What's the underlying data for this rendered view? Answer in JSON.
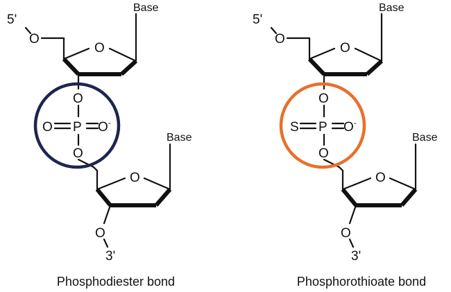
{
  "left": {
    "five_prime": "5'",
    "o_5": "O",
    "ring_o_top": "O",
    "base_top": "Base",
    "o_link_top": "O",
    "phosphorus": "P",
    "o_double": "O",
    "o_minus": "O",
    "charge": "-",
    "o_link_bottom": "O",
    "ring_o_bottom": "O",
    "base_bottom": "Base",
    "o_3": "O",
    "three_prime": "3'",
    "caption": "Phosphodiester bond",
    "circle_color": "#1f2550"
  },
  "right": {
    "five_prime": "5'",
    "o_5": "O",
    "ring_o_top": "O",
    "base_top": "Base",
    "o_link_top": "O",
    "phosphorus": "P",
    "sulfur": "S",
    "o_minus": "O",
    "charge": "-",
    "o_link_bottom": "O",
    "ring_o_bottom": "O",
    "base_bottom": "Base",
    "o_3": "O",
    "three_prime": "3'",
    "caption": "Phosphorothioate bond",
    "circle_color": "#e8702a"
  }
}
